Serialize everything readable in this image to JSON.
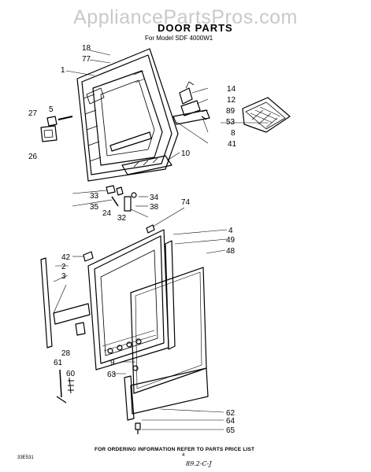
{
  "watermark": "AppliancePartsPros.com",
  "title": "DOOR PARTS",
  "subtitle": "For Model SDF 4000W1",
  "footer": "FOR ORDERING INFORMATION REFER TO PARTS PRICE LIST",
  "doc_code": "33E531",
  "page_number": "4",
  "handwritten_note": "89.2-C-J",
  "callouts": {
    "c18": "18",
    "c77": "77",
    "c1": "1",
    "c27": "27",
    "c5": "5",
    "c26": "26",
    "c14": "14",
    "c12": "12",
    "c89": "89",
    "c53": "53",
    "c8": "8",
    "c41": "41",
    "c10": "10",
    "c33": "33",
    "c35": "35",
    "c24": "24",
    "c32": "32",
    "c34": "34",
    "c38": "38",
    "c74": "74",
    "c4": "4",
    "c49": "49",
    "c48": "48",
    "c42": "42",
    "c2": "2",
    "c3": "3",
    "c28": "28",
    "c61": "61",
    "c60": "60",
    "c9": "9",
    "c63": "63",
    "c62": "62",
    "c64": "64",
    "c65": "65"
  }
}
